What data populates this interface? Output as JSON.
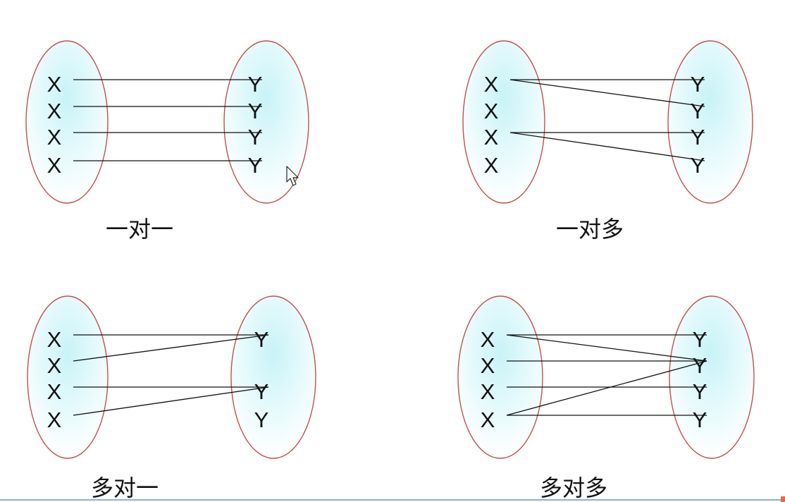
{
  "colors": {
    "ellipse_stroke": "#c0504d",
    "ellipse_fill_center": "#c8f3f7",
    "ellipse_fill_edge": "#ffffff",
    "line_color": "#111111",
    "text_color": "#111111",
    "bottom_rule": "#7fb6dd"
  },
  "panels": [
    {
      "caption": "一对一",
      "left": [
        "X",
        "X",
        "X",
        "X"
      ],
      "right": [
        "Y",
        "Y",
        "Y",
        "Y"
      ],
      "links": [
        [
          0,
          0
        ],
        [
          1,
          1
        ],
        [
          2,
          2
        ],
        [
          3,
          3
        ]
      ]
    },
    {
      "caption": "一对多",
      "left": [
        "X",
        "X",
        "X",
        "X"
      ],
      "right": [
        "Y",
        "Y",
        "Y",
        "Y"
      ],
      "links": [
        [
          0,
          0
        ],
        [
          0,
          1
        ],
        [
          2,
          2
        ],
        [
          2,
          3
        ]
      ]
    },
    {
      "caption": "多对一",
      "left": [
        "X",
        "X",
        "X",
        "X"
      ],
      "right": [
        "Y",
        "Y",
        "Y"
      ],
      "links": [
        [
          0,
          0
        ],
        [
          1,
          0
        ],
        [
          2,
          1
        ],
        [
          3,
          1
        ]
      ]
    },
    {
      "caption": "多对多",
      "left": [
        "X",
        "X",
        "X",
        "X"
      ],
      "right": [
        "Y",
        "Y",
        "Y",
        "Y"
      ],
      "links": [
        [
          0,
          0
        ],
        [
          0,
          1
        ],
        [
          1,
          1
        ],
        [
          2,
          2
        ],
        [
          3,
          1
        ],
        [
          3,
          3
        ]
      ]
    }
  ],
  "cursor_icon": "mouse-pointer-icon"
}
